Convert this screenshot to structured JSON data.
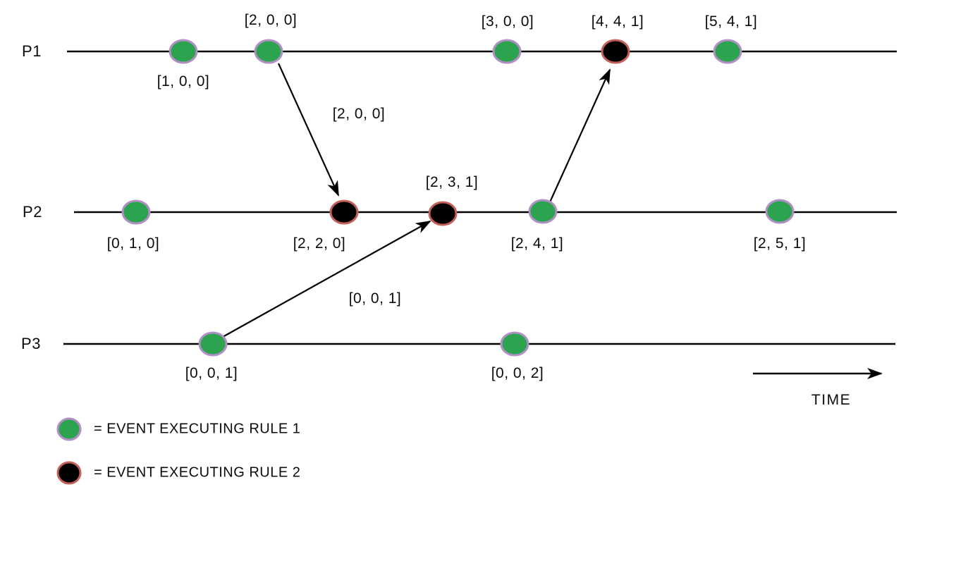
{
  "colors": {
    "rule1_fill": "#2ca44f",
    "rule1_ring": "#b18fc5",
    "rule2_fill": "#000000",
    "rule2_ring": "#c4605a",
    "line": "#000000",
    "text": "#0b0b0b",
    "background": "#ffffff"
  },
  "processes": [
    {
      "label": "P1",
      "events": [
        {
          "clock": "[1, 0, 0]",
          "rule": 1,
          "label_position": "below"
        },
        {
          "clock": "[2, 0, 0]",
          "rule": 1,
          "label_position": "above"
        },
        {
          "clock": "[3, 0, 0]",
          "rule": 1,
          "label_position": "above"
        },
        {
          "clock": "[4, 4, 1]",
          "rule": 2,
          "label_position": "above"
        },
        {
          "clock": "[5, 4, 1]",
          "rule": 1,
          "label_position": "above"
        }
      ]
    },
    {
      "label": "P2",
      "events": [
        {
          "clock": "[0, 1, 0]",
          "rule": 1,
          "label_position": "below"
        },
        {
          "clock": "[2, 2, 0]",
          "rule": 2,
          "label_position": "below"
        },
        {
          "clock": "[2, 3, 1]",
          "rule": 2,
          "label_position": "above"
        },
        {
          "clock": "[2, 4, 1]",
          "rule": 1,
          "label_position": "below"
        },
        {
          "clock": "[2, 5, 1]",
          "rule": 1,
          "label_position": "below"
        }
      ]
    },
    {
      "label": "P3",
      "events": [
        {
          "clock": "[0, 0, 1]",
          "rule": 1,
          "label_position": "below"
        },
        {
          "clock": "[0, 0, 2]",
          "rule": 1,
          "label_position": "below"
        }
      ]
    }
  ],
  "messages": [
    {
      "from": "P1 [2, 0, 0]",
      "to": "P2 [2, 2, 0]",
      "label": "[2, 0, 0]"
    },
    {
      "from": "P3 [0, 0, 1]",
      "to": "P2 [2, 3, 1]",
      "label": "[0, 0, 1]"
    },
    {
      "from": "P2 [2, 4, 1]",
      "to": "P1 [4, 4, 1]",
      "label": ""
    }
  ],
  "time_axis": {
    "label": "TIME"
  },
  "legend": [
    {
      "symbol": "rule1-event",
      "text": "= EVENT EXECUTING RULE 1"
    },
    {
      "symbol": "rule2-event",
      "text": "= EVENT EXECUTING RULE 2"
    }
  ]
}
